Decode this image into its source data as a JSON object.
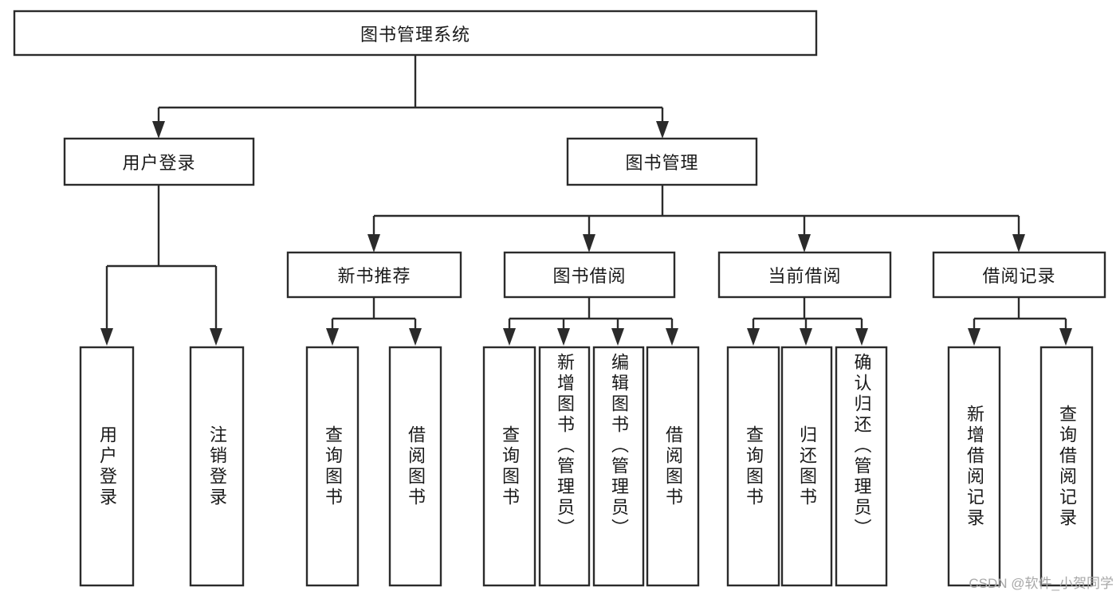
{
  "diagram": {
    "title": "图书管理系统",
    "watermark": "CSDN @软件_小贺同学",
    "colors": {
      "box_stroke": "#2b2b2b",
      "box_fill": "#ffffff",
      "text": "#1a1a1a",
      "watermark": "#a8a8a8",
      "background": "#ffffff"
    },
    "root": {
      "label": "图书管理系统"
    },
    "level2": [
      {
        "label": "用户登录"
      },
      {
        "label": "图书管理"
      }
    ],
    "level3": [
      {
        "label": "新书推荐"
      },
      {
        "label": "图书借阅"
      },
      {
        "label": "当前借阅"
      },
      {
        "label": "借阅记录"
      }
    ],
    "leaves": {
      "user_login": [
        {
          "label": "用户登录"
        },
        {
          "label": "注销登录"
        }
      ],
      "new_book_recommend": [
        {
          "label": "查询图书"
        },
        {
          "label": "借阅图书"
        }
      ],
      "book_borrow": [
        {
          "label": "查询图书"
        },
        {
          "label": "新增图书（管理员）"
        },
        {
          "label": "编辑图书（管理员）"
        },
        {
          "label": "借阅图书"
        }
      ],
      "current_borrow": [
        {
          "label": "查询图书"
        },
        {
          "label": "归还图书"
        },
        {
          "label": "确认归还（管理员）"
        }
      ],
      "borrow_record": [
        {
          "label": "新增借阅记录"
        },
        {
          "label": "查询借阅记录"
        }
      ]
    }
  }
}
